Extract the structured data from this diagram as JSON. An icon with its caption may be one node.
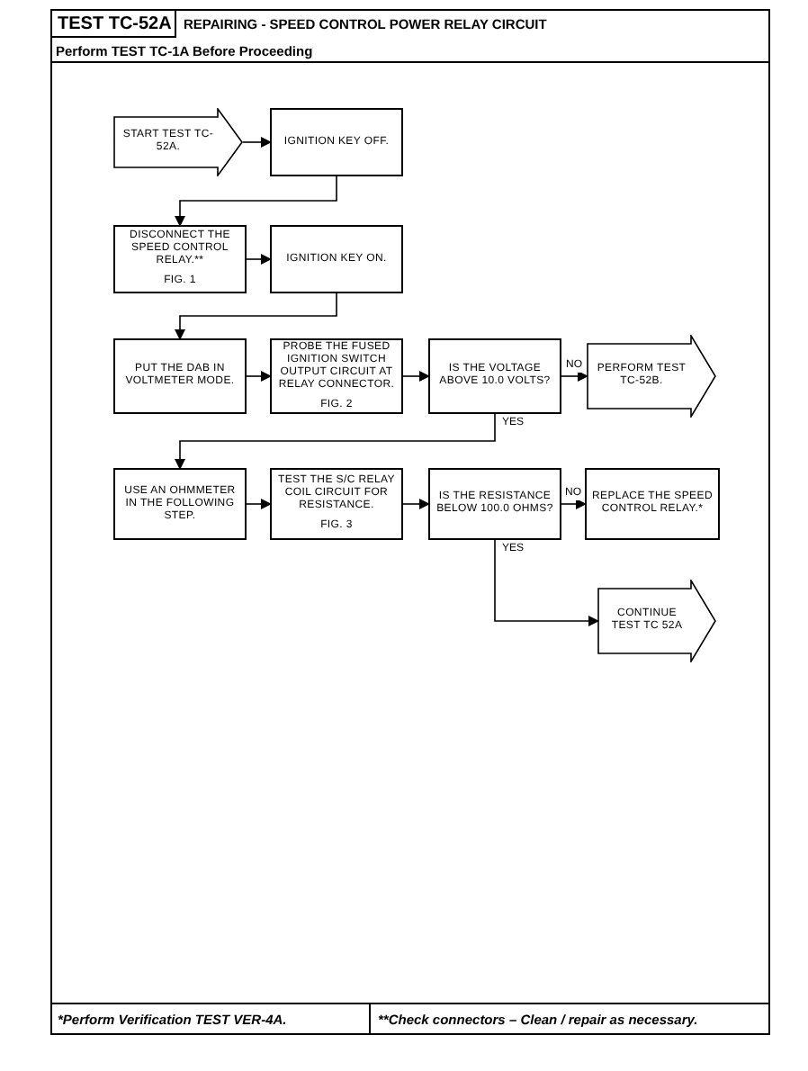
{
  "diagram": {
    "title": "REPAIRING - SPEED CONTROL POWER RELAY CIRCUIT",
    "nodes": [
      {
        "text": [
          "START TEST TC-52A."
        ]
      },
      {
        "text": [
          "IGNITION KEY OFF."
        ]
      },
      {
        "text": [
          "DISCONNECT THE SPEED CONTROL RELAY.**",
          "FIG. 1"
        ]
      },
      {
        "text": [
          "IGNITION KEY ON."
        ]
      },
      {
        "text": [
          "PUT THE DAB IN VOLTMETER MODE."
        ]
      },
      {
        "text": [
          "PROBE THE FUSED IGNITION SWITCH OUTPUT CIRCUIT AT RELAY CONNECTOR.",
          "FIG. 2"
        ]
      },
      {
        "text": [
          "IS THE VOLTAGE ABOVE 10.0 VOLTS?"
        ]
      },
      {
        "text": [
          "PERFORM TEST TC-52B."
        ]
      },
      {
        "text": [
          "USE AN OHMMETER IN THE FOLLOWING STEP."
        ]
      },
      {
        "text": [
          "TEST THE S/C RELAY COIL CIRCUIT FOR RESISTANCE.",
          "FIG. 3"
        ]
      },
      {
        "text": [
          "IS THE RESISTANCE BELOW 100.0 OHMS?"
        ]
      },
      {
        "text": [
          "REPLACE THE SPEED CONTROL RELAY.*"
        ]
      },
      {
        "text": [
          "CONTINUE TEST TC 52A"
        ]
      }
    ],
    "edges": [
      {
        "from": 0,
        "to": 1,
        "arrow": "to"
      },
      {
        "from": 1,
        "to": 2,
        "arrow": "to"
      },
      {
        "from": 2,
        "to": 3,
        "arrow": "to"
      },
      {
        "from": 3,
        "to": 4,
        "arrow": "to"
      },
      {
        "from": 4,
        "to": 5,
        "arrow": "to"
      },
      {
        "from": 5,
        "to": 6,
        "arrow": "to"
      },
      {
        "from": 6,
        "to": 7,
        "arrow": "to",
        "label": "NO"
      },
      {
        "from": 6,
        "to": 8,
        "arrow": "to",
        "label": "YES"
      },
      {
        "from": 8,
        "to": 9,
        "arrow": "to"
      },
      {
        "from": 9,
        "to": 10,
        "arrow": "to"
      },
      {
        "from": 10,
        "to": 11,
        "arrow": "to",
        "label": "NO"
      },
      {
        "from": 10,
        "to": 12,
        "arrow": "to",
        "label": "YES"
      }
    ],
    "labels": [
      "TEST TC-52A",
      "Perform TEST TC-1A Before Proceeding",
      "*Perform Verification TEST VER-4A.",
      "**Check connectors – Clean / repair as necessary."
    ]
  }
}
